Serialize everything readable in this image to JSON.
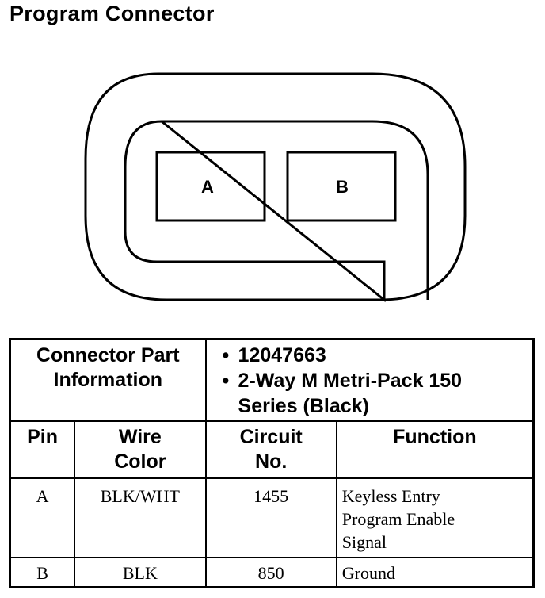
{
  "title": "Program Connector",
  "connector_diagram": {
    "pins": [
      "A",
      "B"
    ]
  },
  "table": {
    "part_info_label_line1": "Connector Part",
    "part_info_label_line2": "Information",
    "part_number": "12047663",
    "part_type_line1": "2-Way M Metri-Pack 150",
    "part_type_line2": "Series (Black)",
    "headers": {
      "pin": "Pin",
      "wire_color_line1": "Wire",
      "wire_color_line2": "Color",
      "circuit_line1": "Circuit",
      "circuit_line2": "No.",
      "function": "Function"
    },
    "rows": [
      {
        "pin": "A",
        "wire_color": "BLK/WHT",
        "circuit": "1455",
        "function_lines": [
          "Keyless Entry",
          "Program Enable",
          "Signal"
        ]
      },
      {
        "pin": "B",
        "wire_color": "BLK",
        "circuit": "850",
        "function_lines": [
          "Ground"
        ]
      }
    ]
  }
}
